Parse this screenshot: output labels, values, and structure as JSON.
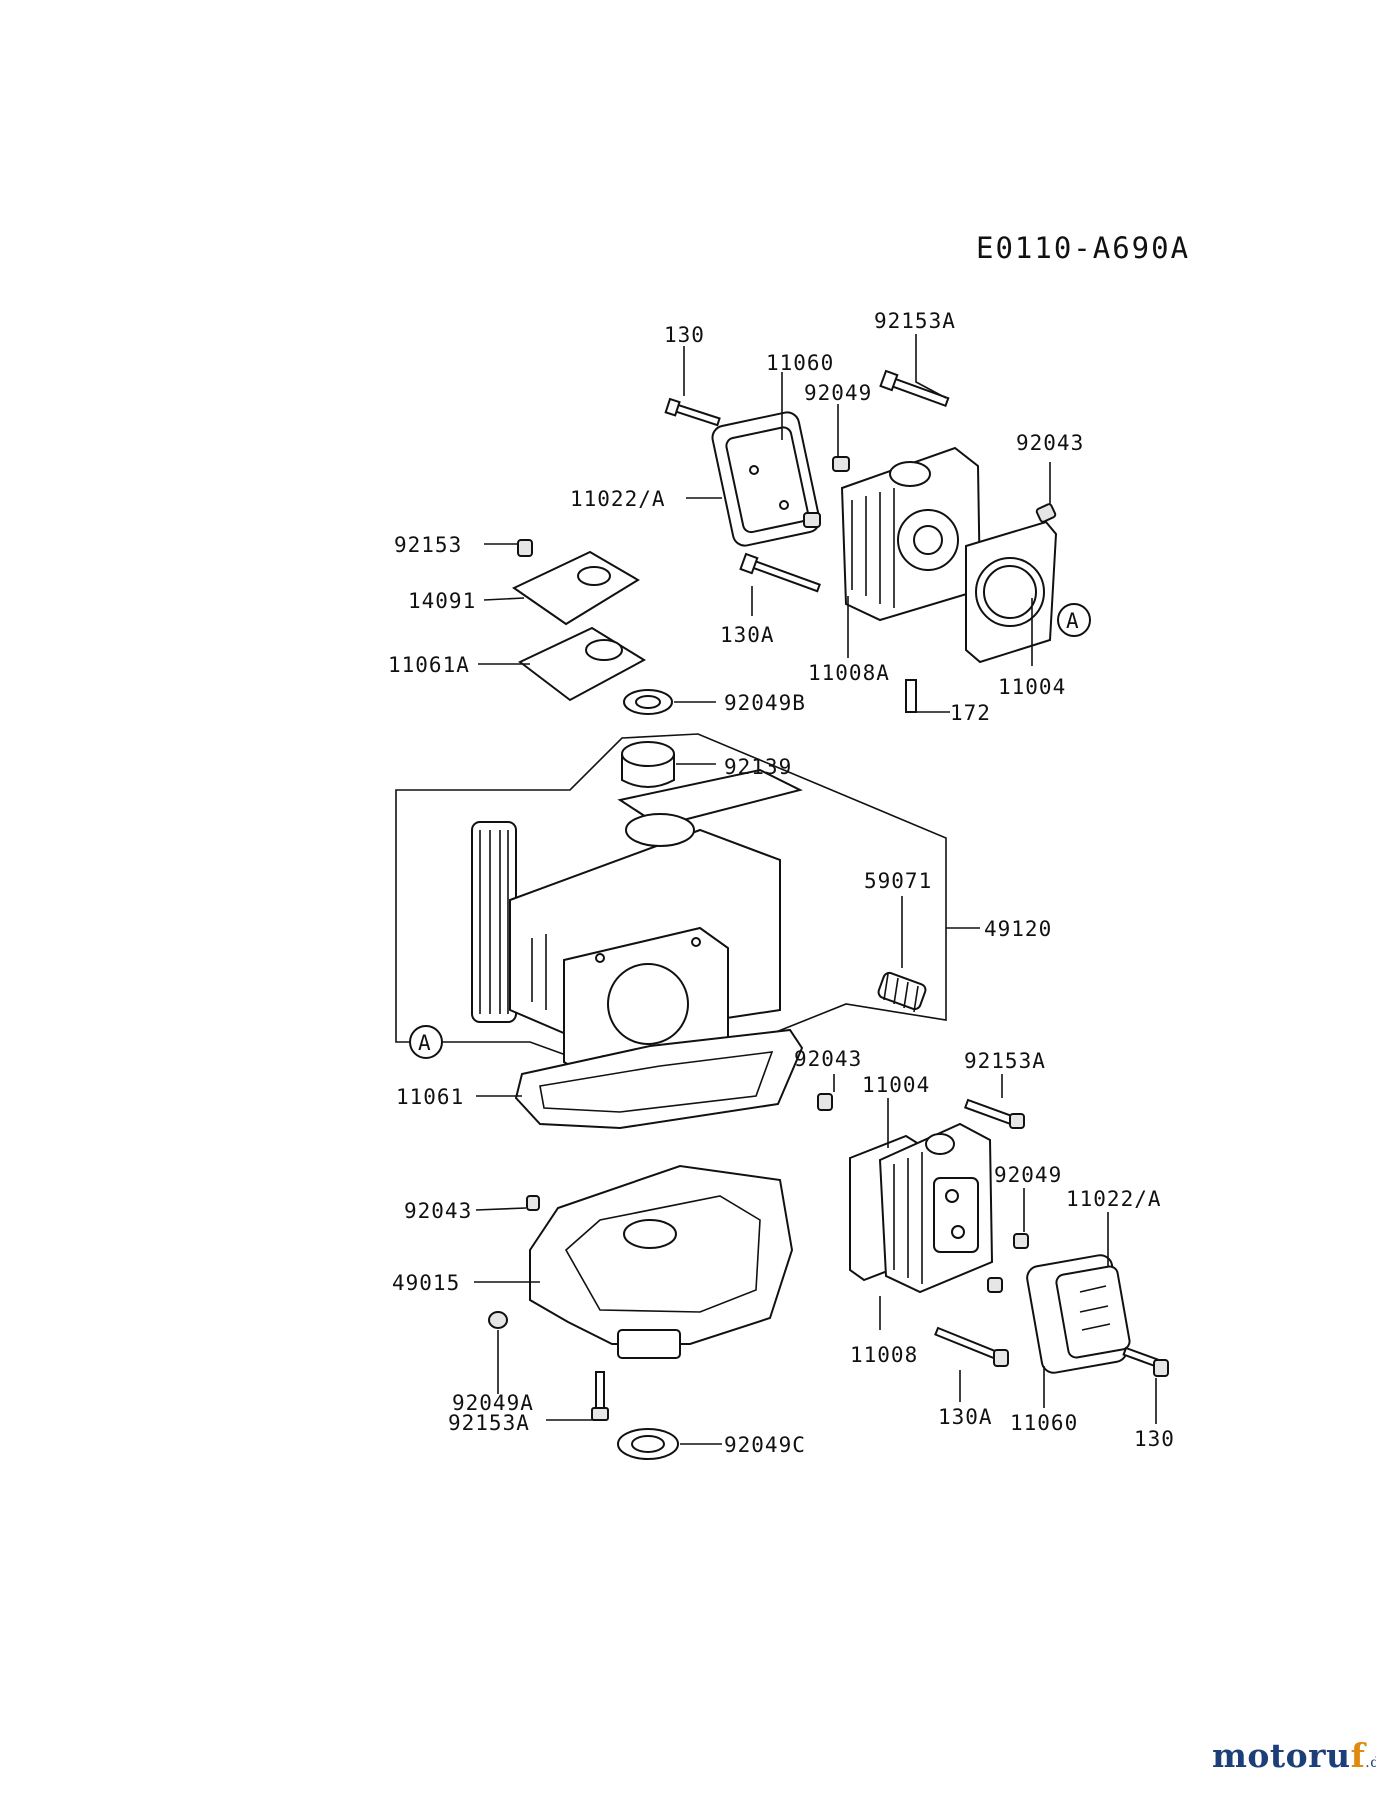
{
  "diagram_code": "E0110-A690A",
  "callout_letter": "A",
  "watermark": {
    "main": "motoru",
    "accent": "f",
    "suffix": ".de"
  },
  "labels": {
    "p130_top": "130",
    "p11060_top": "11060",
    "p92153A_top": "92153A",
    "p92049_top": "92049",
    "p92043_top": "92043",
    "p11022A_top": "11022/A",
    "p92153": "92153",
    "p14091": "14091",
    "p130A_top": "130A",
    "p11008A": "11008A",
    "p11004_top": "11004",
    "p11061A": "11061A",
    "p172": "172",
    "p92049B": "92049B",
    "p92139": "92139",
    "p59071": "59071",
    "p49120": "49120",
    "p92043_mid": "92043",
    "p92153A_bot": "92153A",
    "p11004_bot": "11004",
    "p11061": "11061",
    "p92049_bot": "92049",
    "p11022A_bot": "11022/A",
    "p92043_left": "92043",
    "p49015": "49015",
    "p11008": "11008",
    "p92049A": "92049A",
    "p92153A_left": "92153A",
    "p130A_bot": "130A",
    "p11060_bot": "11060",
    "p130_bot": "130",
    "p92049C": "92049C"
  }
}
